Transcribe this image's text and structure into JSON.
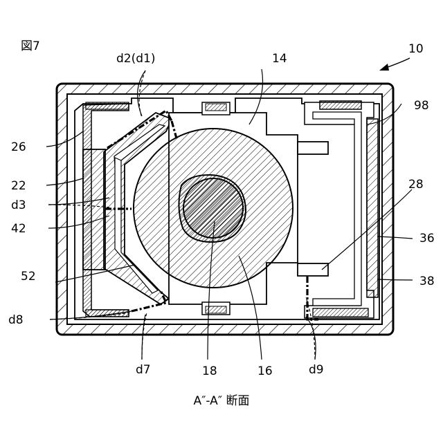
{
  "figure_label": "図7",
  "section_caption": "A″-A″ 断面",
  "reference_numerals": {
    "device": "10",
    "n14": "14",
    "n98": "98",
    "n26": "26",
    "n22": "22",
    "n28": "28",
    "n42": "42",
    "n36": "36",
    "n38": "38",
    "n52": "52",
    "n18": "18",
    "n16": "16"
  },
  "distance_labels": {
    "d2d1": "d2(d1)",
    "d3": "d3",
    "d8": "d8",
    "d7": "d7",
    "d9": "d9"
  }
}
